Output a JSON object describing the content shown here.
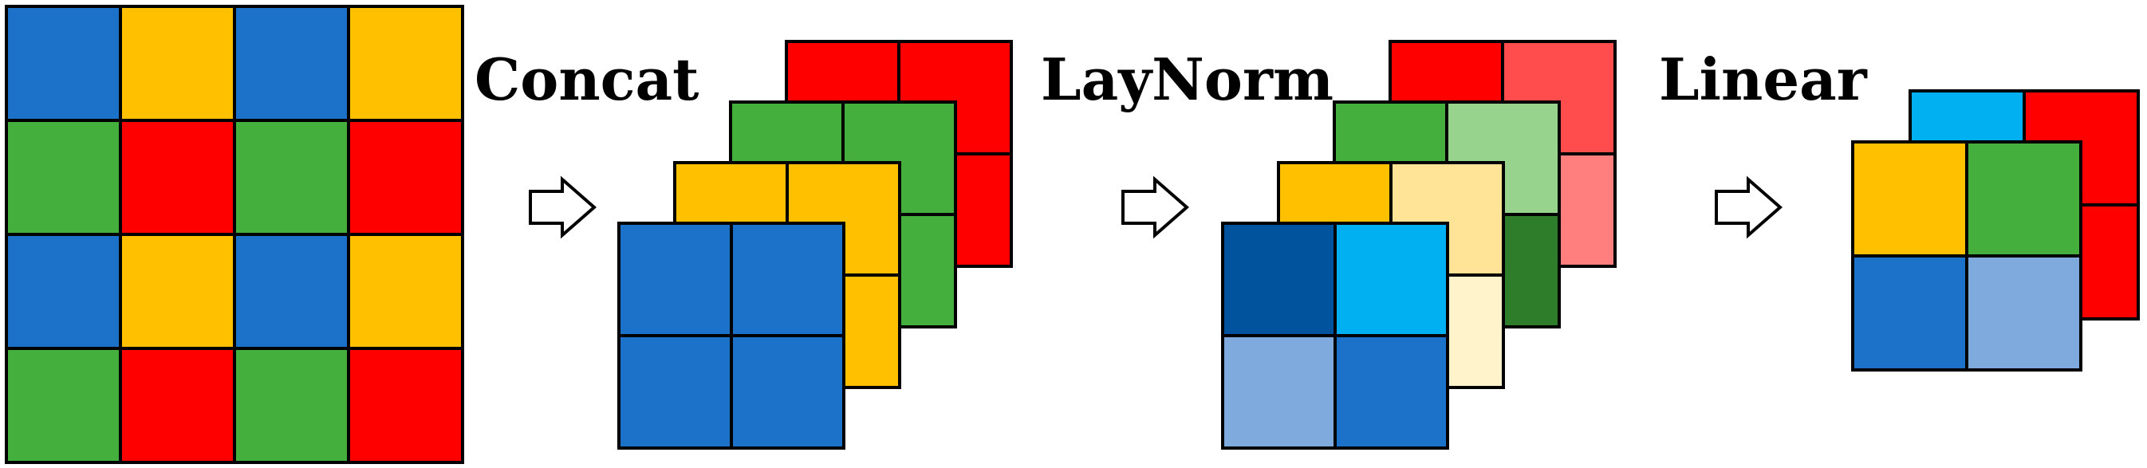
{
  "colors": {
    "blue": "#1B72C8",
    "yellow": "#FFC000",
    "red": "#FF0000",
    "green": "#44AF3C",
    "light_red": "#FF4C4C",
    "pale_red": "#FF7F7F",
    "light_green": "#97D38D",
    "dark_green": "#2D7D2B",
    "light_yellow": "#FFE497",
    "pale_yellow": "#FFF3CC",
    "dark_blue": "#02539E",
    "sky_blue": "#00B0F0",
    "light_blue": "#7FAADE"
  },
  "labels": {
    "concat": "Concat",
    "layernorm": "LayNorm",
    "linear": "Linear"
  },
  "icons": {
    "arrow": "right-outline-arrow-icon"
  },
  "input_grid": [
    [
      "blue",
      "yellow",
      "blue",
      "yellow"
    ],
    [
      "green",
      "red",
      "green",
      "red"
    ],
    [
      "blue",
      "yellow",
      "blue",
      "yellow"
    ],
    [
      "green",
      "red",
      "green",
      "red"
    ]
  ],
  "concat_stack": [
    [
      [
        "red",
        "red"
      ],
      [
        "red",
        "red"
      ]
    ],
    [
      [
        "green",
        "green"
      ],
      [
        "green",
        "green"
      ]
    ],
    [
      [
        "yellow",
        "yellow"
      ],
      [
        "yellow",
        "yellow"
      ]
    ],
    [
      [
        "blue",
        "blue"
      ],
      [
        "blue",
        "blue"
      ]
    ]
  ],
  "layernorm_stack": [
    [
      [
        "red",
        "light_red"
      ],
      [
        "red",
        "pale_red"
      ]
    ],
    [
      [
        "green",
        "light_green"
      ],
      [
        "light_green",
        "dark_green"
      ]
    ],
    [
      [
        "yellow",
        "light_yellow"
      ],
      [
        "light_yellow",
        "pale_yellow"
      ]
    ],
    [
      [
        "dark_blue",
        "sky_blue"
      ],
      [
        "light_blue",
        "blue"
      ]
    ]
  ],
  "linear_stack": [
    [
      [
        "sky_blue",
        "red"
      ],
      [
        "red",
        "red"
      ]
    ],
    [
      [
        "yellow",
        "green"
      ],
      [
        "blue",
        "light_blue"
      ]
    ]
  ]
}
